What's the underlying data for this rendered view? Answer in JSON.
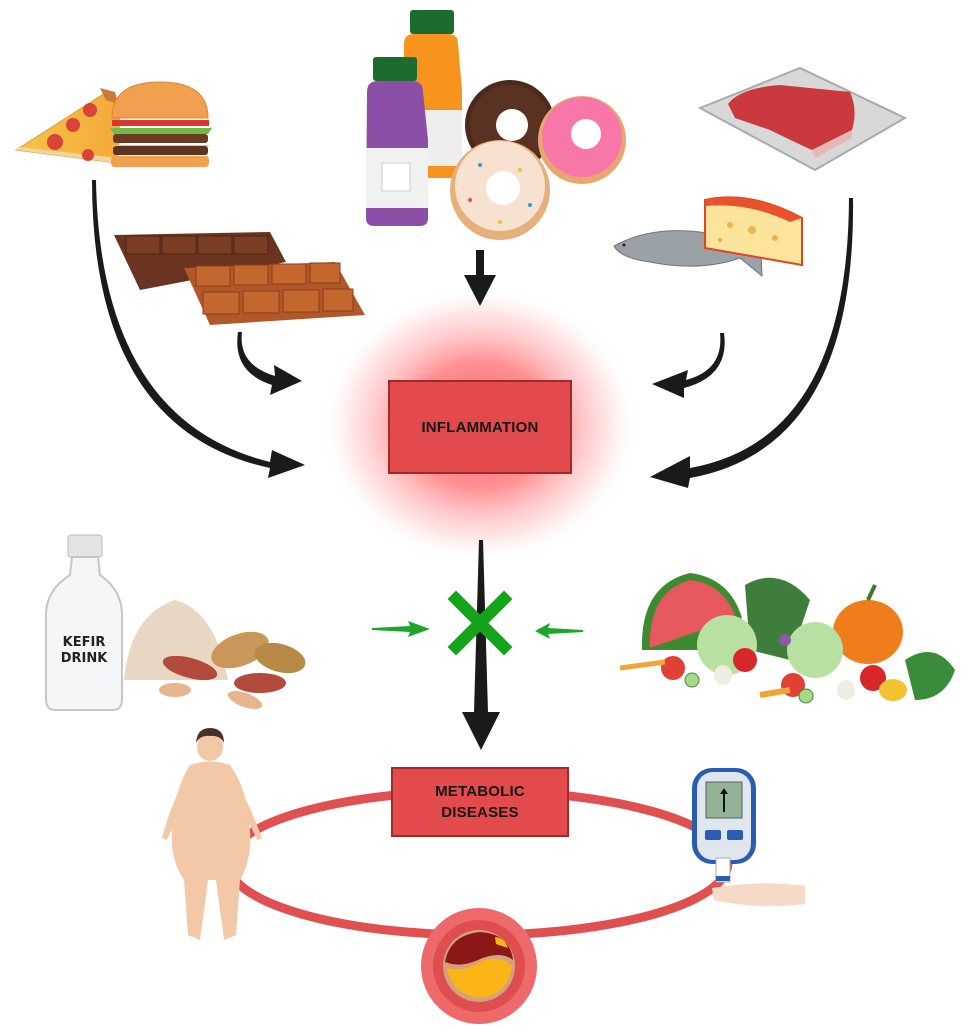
{
  "diagram": {
    "title": "Diet, inflammation and metabolic diseases",
    "central_node": {
      "label": "INFLAMMATION",
      "color": "#e34a4c",
      "glow_color": "#ff6b6e"
    },
    "outcome_node": {
      "label_line1": "METABOLIC",
      "label_line2": "DISEASES",
      "color": "#e34a4c"
    },
    "pro_inflammatory_foods": [
      {
        "id": "fast-food",
        "items": [
          "pizza",
          "hamburger"
        ]
      },
      {
        "id": "sugary",
        "items": [
          "sugary drinks",
          "donuts"
        ]
      },
      {
        "id": "sweets",
        "items": [
          "chocolate bars"
        ]
      },
      {
        "id": "meat",
        "items": [
          "red meat"
        ]
      },
      {
        "id": "animal",
        "items": [
          "fish",
          "cheese"
        ]
      }
    ],
    "anti_inflammatory_foods": [
      {
        "id": "kefir-nuts",
        "bottle_label_line1": "KEFIR",
        "bottle_label_line2": "DRINK",
        "items": [
          "kefir drink",
          "oats",
          "peanuts"
        ]
      },
      {
        "id": "fruits-vegetables",
        "items": [
          "watermelon",
          "leafy greens",
          "cabbage",
          "pumpkin",
          "peppers",
          "tomato",
          "cucumber",
          "garlic",
          "carrots",
          "avocado",
          "grapes"
        ]
      }
    ],
    "inhibition_marker": {
      "symbol": "✕",
      "color": "#16a31c"
    },
    "arrow_color": "#1a1a1a",
    "inhibit_arrow_color": "#1fa52a",
    "metabolic_ring_color": "#e05050",
    "disease_examples": [
      "obesity",
      "atherosclerosis",
      "diabetes (glucose meter)"
    ]
  }
}
